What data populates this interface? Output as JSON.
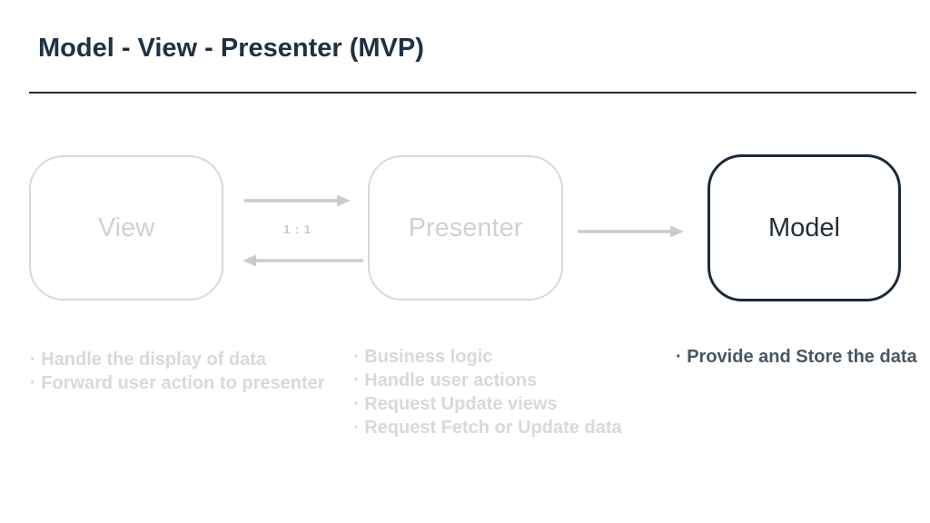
{
  "slide": {
    "title": "Model - View - Presenter (MVP)"
  },
  "nodes": {
    "view": {
      "label": "View",
      "bullets": [
        "· Handle the display of data",
        "· Forward user action to presenter"
      ]
    },
    "presenter": {
      "label": "Presenter",
      "bullets": [
        "· Business logic",
        "· Handle user actions",
        "· Request Update views",
        "· Request Fetch or Update data"
      ]
    },
    "model": {
      "label": "Model",
      "bullets": [
        "· Provide and Store the data"
      ]
    }
  },
  "edges": {
    "view_presenter_ratio": "1 : 1"
  },
  "colors": {
    "accent_dark": "#1e2d3d",
    "muted_border": "#d6d9dc",
    "muted_text": "#ced2d7",
    "arrow_gray": "#c8ccd1",
    "model_bullet_text": "#4a5663"
  }
}
